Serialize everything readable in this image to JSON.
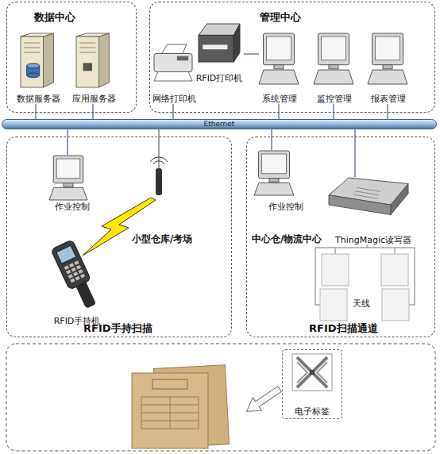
{
  "diagram": {
    "nodes": [
      {
        "text": [
          "数据中心"
        ]
      },
      {
        "text": [
          "数据服务器"
        ],
        "in": 0
      },
      {
        "text": [
          "应用服务器"
        ],
        "in": 0
      },
      {
        "text": [
          "管理中心"
        ]
      },
      {
        "text": [
          "RFID打印机"
        ],
        "in": 3
      },
      {
        "text": [
          "网络打印机"
        ],
        "in": 3
      },
      {
        "text": [
          "系统管理"
        ],
        "in": 3
      },
      {
        "text": [
          "监控管理"
        ],
        "in": 3
      },
      {
        "text": [
          "报表管理"
        ],
        "in": 3
      },
      {
        "text": [
          "Ethernet"
        ]
      },
      {
        "text": [
          "小型仓库/考场",
          "RFID手持扫描"
        ]
      },
      {
        "text": [
          "作业控制"
        ],
        "in": 10
      },
      {
        "text": [
          "RFID手持机"
        ],
        "in": 10
      },
      {
        "text": [
          "中心仓/物流中心",
          "RFID扫描通道"
        ]
      },
      {
        "text": [
          "作业控制"
        ],
        "in": 13
      },
      {
        "text": [
          "ThingMagic读写器"
        ],
        "in": 13
      },
      {
        "text": [
          "电子标签"
        ]
      }
    ],
    "edges": [
      {
        "from": 1,
        "to": 9,
        "arrow": "none"
      },
      {
        "from": 2,
        "to": 9,
        "arrow": "none"
      },
      {
        "from": 5,
        "to": 9,
        "arrow": "none"
      },
      {
        "from": 6,
        "to": 9,
        "arrow": "none"
      },
      {
        "from": 7,
        "to": 9,
        "arrow": "none"
      },
      {
        "from": 8,
        "to": 9,
        "arrow": "none"
      },
      {
        "from": 11,
        "to": 9,
        "arrow": "none"
      },
      {
        "from": 14,
        "to": 9,
        "arrow": "none"
      },
      {
        "from": 15,
        "to": 9,
        "arrow": "none"
      },
      {
        "from": 4,
        "to": 6,
        "arrow": "none"
      }
    ],
    "labels": [
      "天线"
    ]
  }
}
